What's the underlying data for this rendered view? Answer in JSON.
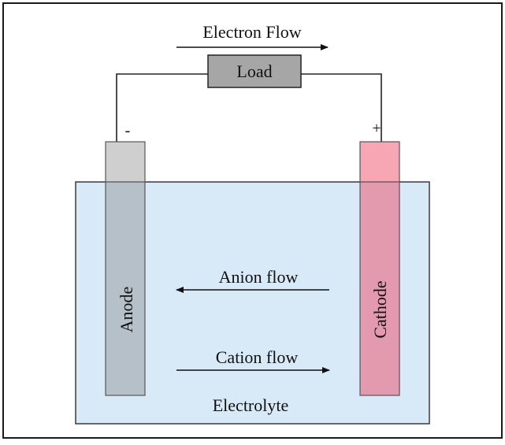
{
  "labels": {
    "electron_flow": "Electron Flow",
    "load": "Load",
    "negative": "-",
    "positive": "+",
    "anode": "Anode",
    "cathode": "Cathode",
    "anion_flow": "Anion flow",
    "cation_flow": "Cation flow",
    "electrolyte": "Electrolyte"
  },
  "colors": {
    "frame": "#1a1a1a",
    "electrolyte_fill": "#d8e9f8",
    "electrolyte_stroke": "#3a3a3a",
    "load_fill": "#a6a6a6",
    "anode_above": "#cfcfcf",
    "anode_submerged": "#b6c0c9",
    "cathode_above": "#f7a7b3",
    "cathode_submerged": "#e39aaf",
    "wire": "#222222"
  }
}
